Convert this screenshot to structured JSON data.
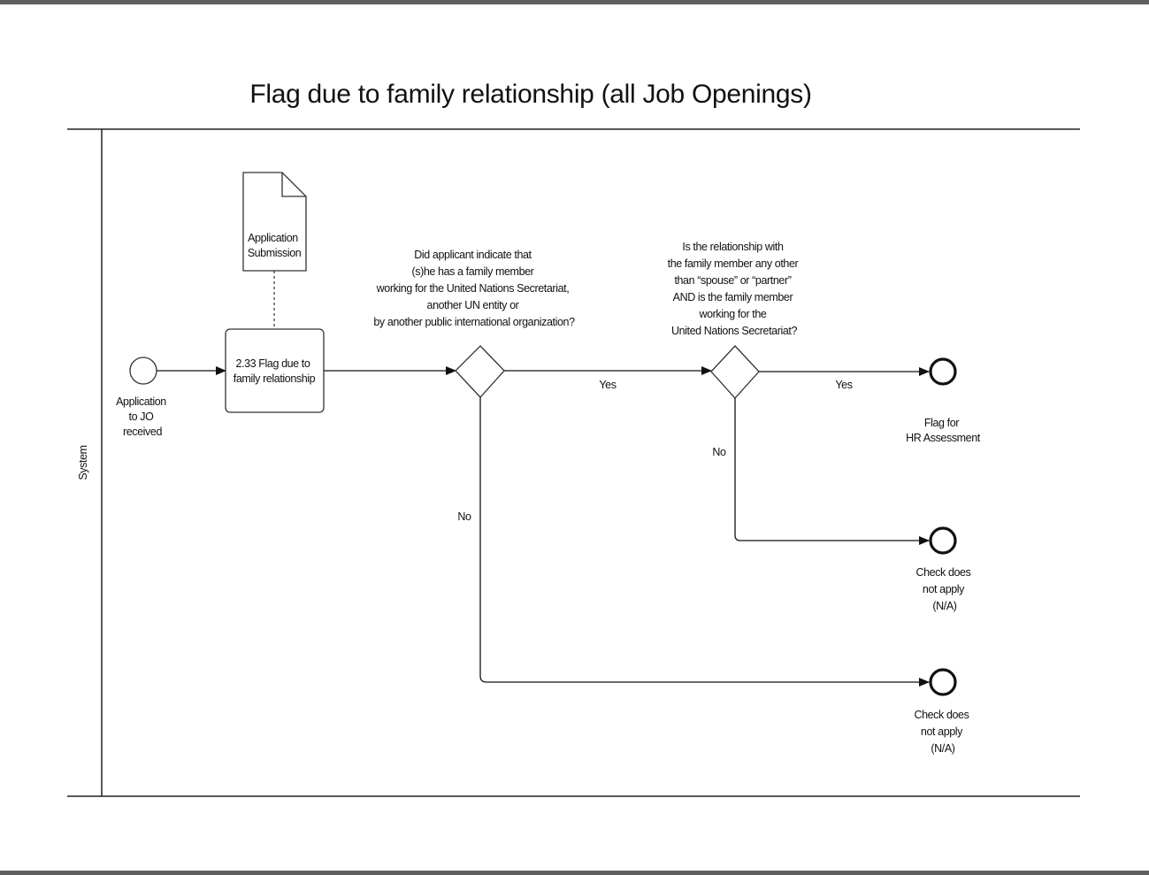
{
  "title": "Flag due to family relationship (all Job Openings)",
  "lane": "System",
  "start_event": [
    "Application",
    "to JO",
    "received"
  ],
  "document": [
    "Application",
    "Submission"
  ],
  "task": [
    "2.33 Flag due to",
    "family relationship"
  ],
  "gateway1_question": [
    "Did applicant indicate that",
    "(s)he has a family member",
    "working for the United Nations Secretariat,",
    "another UN entity or",
    "by another public international organization?"
  ],
  "gateway2_question": [
    "Is the relationship with",
    "the family member any other",
    "than “spouse” or “partner”",
    "AND is the family member",
    "working for the",
    "United Nations Secretariat?"
  ],
  "yes1": "Yes",
  "yes2": "Yes",
  "no1": "No",
  "no2": "No",
  "end_flag": [
    "Flag for",
    "HR Assessment"
  ],
  "end_na_1": [
    "Check does",
    "not apply",
    "(N/A)"
  ],
  "end_na_2": [
    "Check does",
    "not apply",
    "(N/A)"
  ]
}
